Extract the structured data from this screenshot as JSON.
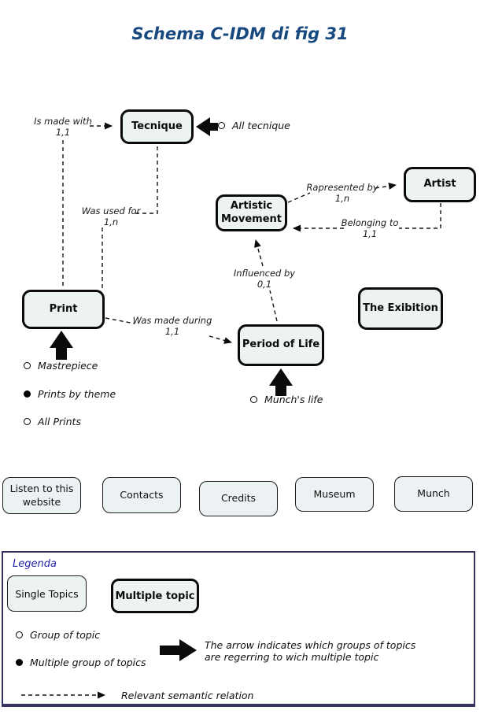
{
  "title": "Schema C-IDM di fig 31",
  "colors": {
    "title_blue": "#17497f",
    "legend_border": "#34345e",
    "legend_title_blue": "#2525a8",
    "box_fill": "#edf2f3",
    "line_black": "#141414"
  },
  "diagram": {
    "nodes": {
      "tecnique": {
        "label": "Tecnique"
      },
      "artist": {
        "label": "Artist"
      },
      "artistic_movement": {
        "label": "Artistic Movement"
      },
      "print": {
        "label": "Print"
      },
      "the_exibition": {
        "label": "The Exibition"
      },
      "period_of_life": {
        "label": "Period of Life"
      }
    },
    "relations": {
      "is_made_with": {
        "label": "Is made with",
        "card": "1,1"
      },
      "was_used_for": {
        "label": "Was used for",
        "card": "1,n"
      },
      "rapresented_by": {
        "label": "Rapresented by",
        "card": "1,n"
      },
      "belonging_to": {
        "label": "Belonging to",
        "card": "1,1"
      },
      "influenced_by": {
        "label": "Influenced by",
        "card": "0,1"
      },
      "was_made_during": {
        "label": "Was made during",
        "card": "1,1"
      }
    },
    "groups": {
      "all_tecnique": {
        "label": "All tecnique",
        "marker": "hollow"
      },
      "mastrepiece": {
        "label": "Mastrepiece",
        "marker": "hollow"
      },
      "prints_by_theme": {
        "label": "Prints by theme",
        "marker": "filled"
      },
      "all_prints": {
        "label": "All Prints",
        "marker": "hollow"
      },
      "munchs_life": {
        "label": "Munch's life",
        "marker": "hollow"
      }
    }
  },
  "nav": {
    "buttons": [
      {
        "label": "Listen to this website"
      },
      {
        "label": "Contacts"
      },
      {
        "label": "Credits"
      },
      {
        "label": "Museum"
      },
      {
        "label": "Munch"
      }
    ]
  },
  "legend": {
    "title": "Legenda",
    "single_topic": "Single Topics",
    "multiple_topic": "Multiple topic",
    "group_of_topic": "Group of topic",
    "multiple_group_of_topics": "Multiple group of topics",
    "arrow_note_line1": "The arrow indicates which groups of topics",
    "arrow_note_line2": "are regerring to wich multiple topic",
    "dashed_note": "Relevant semantic relation"
  }
}
